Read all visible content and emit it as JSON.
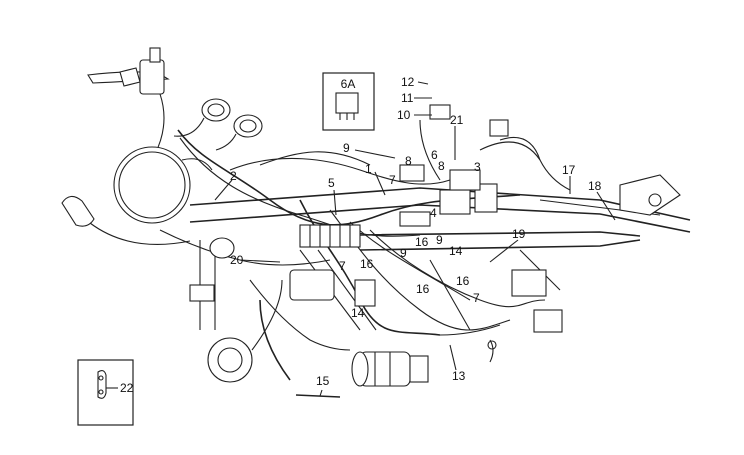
{
  "callouts": {
    "c6A": "6A",
    "c12": "12",
    "c11": "11",
    "c10": "10",
    "c21": "21",
    "c9a": "9",
    "c8a": "8",
    "c6": "6",
    "c8b": "8",
    "c3": "3",
    "c1": "1",
    "c7a": "7",
    "c5": "5",
    "c2": "2",
    "c17": "17",
    "c18": "18",
    "c4": "4",
    "c19": "19",
    "c16a": "16",
    "c9b": "9",
    "c14a": "14",
    "c9c": "9",
    "c7b": "7",
    "c16b": "16",
    "c20": "20",
    "c16c": "16",
    "c16d": "16",
    "c7c": "7",
    "c14b": "14",
    "c13": "13",
    "c15": "15",
    "c22": "22"
  }
}
